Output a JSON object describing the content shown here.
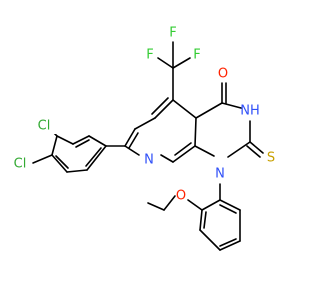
{
  "molecule": {
    "atoms": [
      {
        "id": "Cl1",
        "text": "Cl",
        "color": "#33aa33"
      },
      {
        "id": "Cl2",
        "text": "Cl",
        "color": "#33aa33"
      },
      {
        "id": "F1",
        "text": "F",
        "color": "#33cc33"
      },
      {
        "id": "F2",
        "text": "F",
        "color": "#33cc33"
      },
      {
        "id": "F3",
        "text": "F",
        "color": "#33cc33"
      },
      {
        "id": "O1",
        "text": "O",
        "color": "#ff2200"
      },
      {
        "id": "O2",
        "text": "O",
        "color": "#ff2200"
      },
      {
        "id": "N_py",
        "text": "N",
        "color": "#3050f8"
      },
      {
        "id": "N1",
        "text": "N",
        "color": "#3050f8"
      },
      {
        "id": "NH",
        "text": "NH",
        "color": "#3050f8"
      },
      {
        "id": "S",
        "text": "S",
        "color": "#c8a000"
      }
    ],
    "bond_color": "#000000"
  }
}
